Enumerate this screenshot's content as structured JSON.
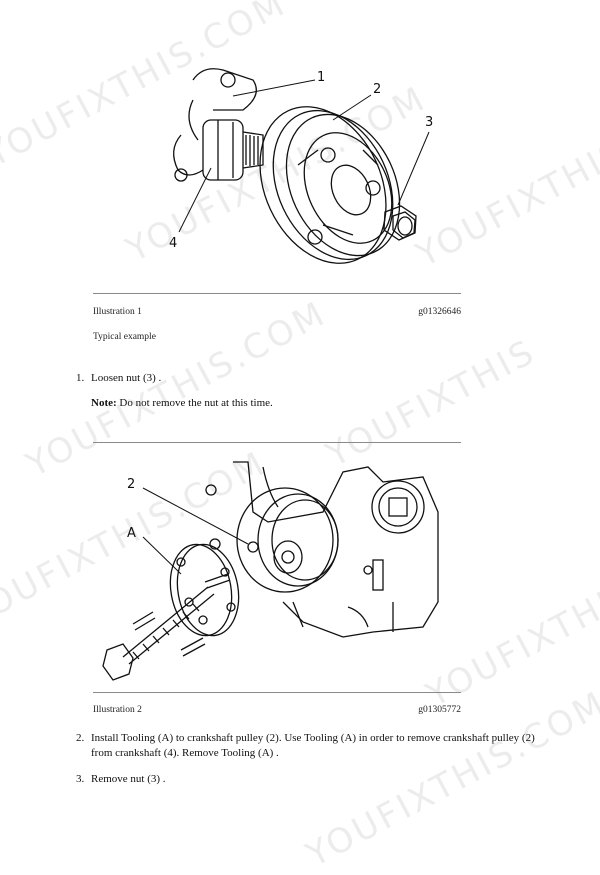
{
  "watermarks": [
    "YOUFIXTHIS.COM",
    "YOUFIXTHIS.COM",
    "YOUFIXTHIS.COM",
    "YOUFIXTHIS",
    "YOUFIXTHIS",
    "YOUFIXTHIS.COM",
    "YOUFIXTHIS.COM",
    "YOUFIXTHIS"
  ],
  "illustration1": {
    "callouts": [
      "1",
      "2",
      "3",
      "4"
    ],
    "label": "Illustration 1",
    "code": "g01326646",
    "note": "Typical example"
  },
  "step1": {
    "number": "1.",
    "text": "Loosen nut (3) ."
  },
  "note1": {
    "label": "Note:",
    "text": " Do not remove the nut at this time."
  },
  "illustration2": {
    "callouts": [
      "2",
      "A"
    ],
    "label": "Illustration 2",
    "code": "g01305772"
  },
  "step2": {
    "number": "2.",
    "text": "Install Tooling (A) to crankshaft pulley (2). Use Tooling (A) in order to remove crankshaft pulley (2) from crankshaft (4). Remove Tooling (A) ."
  },
  "step3": {
    "number": "3.",
    "text": "Remove nut (3) ."
  }
}
